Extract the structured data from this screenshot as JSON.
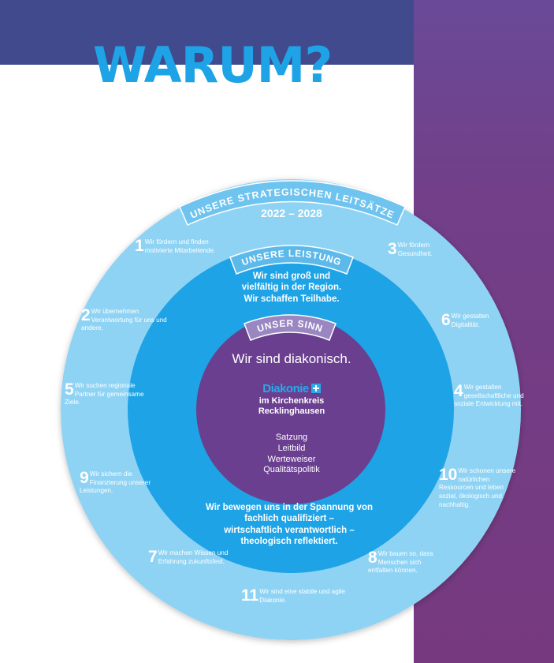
{
  "page_title": "WARUM?",
  "ring_outer_label": "UNSERE STRATEGISCHEN LEITSÄTZE",
  "period": "2022 – 2028",
  "ring_middle_label": "UNSERE LEISTUNG",
  "ring_middle_text": [
    "Wir sind groß und",
    "vielfältig in der Region.",
    "Wir schaffen Teilhabe."
  ],
  "ring_middle_bottom_text": [
    "Wir bewegen uns in der Spannung von",
    "fachlich qualifiziert –",
    "wirtschaftlich verantwortlich –",
    "theologisch reflektiert."
  ],
  "ring_inner_label": "UNSER SINN",
  "core_title": "Wir sind diakonisch.",
  "brand": {
    "name": "Diakonie",
    "line1": "im Kirchenkreis",
    "line2": "Recklinghausen"
  },
  "core_items": [
    "Satzung",
    "Leitbild",
    "Werteweiser",
    "Qualitätspolitik"
  ],
  "principles": [
    {
      "num": "1",
      "text": "Wir fördern und finden motivierte Mitarbeitende."
    },
    {
      "num": "2",
      "text": "Wir übernehmen Verantwortung für uns und andere."
    },
    {
      "num": "3",
      "text": "Wir fördern Gesundheit."
    },
    {
      "num": "4",
      "text": "Wir gestalten gesellschaftliche und soziale Entwicklung mit."
    },
    {
      "num": "5",
      "text": "Wir suchen regionale Partner für gemeinsame Ziele."
    },
    {
      "num": "6",
      "text": "Wir gestalten Digitalität."
    },
    {
      "num": "7",
      "text": "Wir machen Wissen und Erfahrung zukunftsfest."
    },
    {
      "num": "8",
      "text": "Wir bauen so, dass Menschen sich entfalten können."
    },
    {
      "num": "9",
      "text": "Wir sichern die Finanzierung unserer Leistungen."
    },
    {
      "num": "10",
      "text": "Wir schonen unsere natürlichen Ressourcen und leben sozial, ökologisch und nachhaltig."
    },
    {
      "num": "11",
      "text": "Wir sind eine stabile und agile Diakonie."
    }
  ],
  "colors": {
    "outer_ring": "#8fd3f4",
    "middle_ring": "#1ea3e6",
    "core": "#6a3f8f",
    "band_top": "#414a8c",
    "band_right": "#76397f",
    "title": "#1ea3e6"
  }
}
